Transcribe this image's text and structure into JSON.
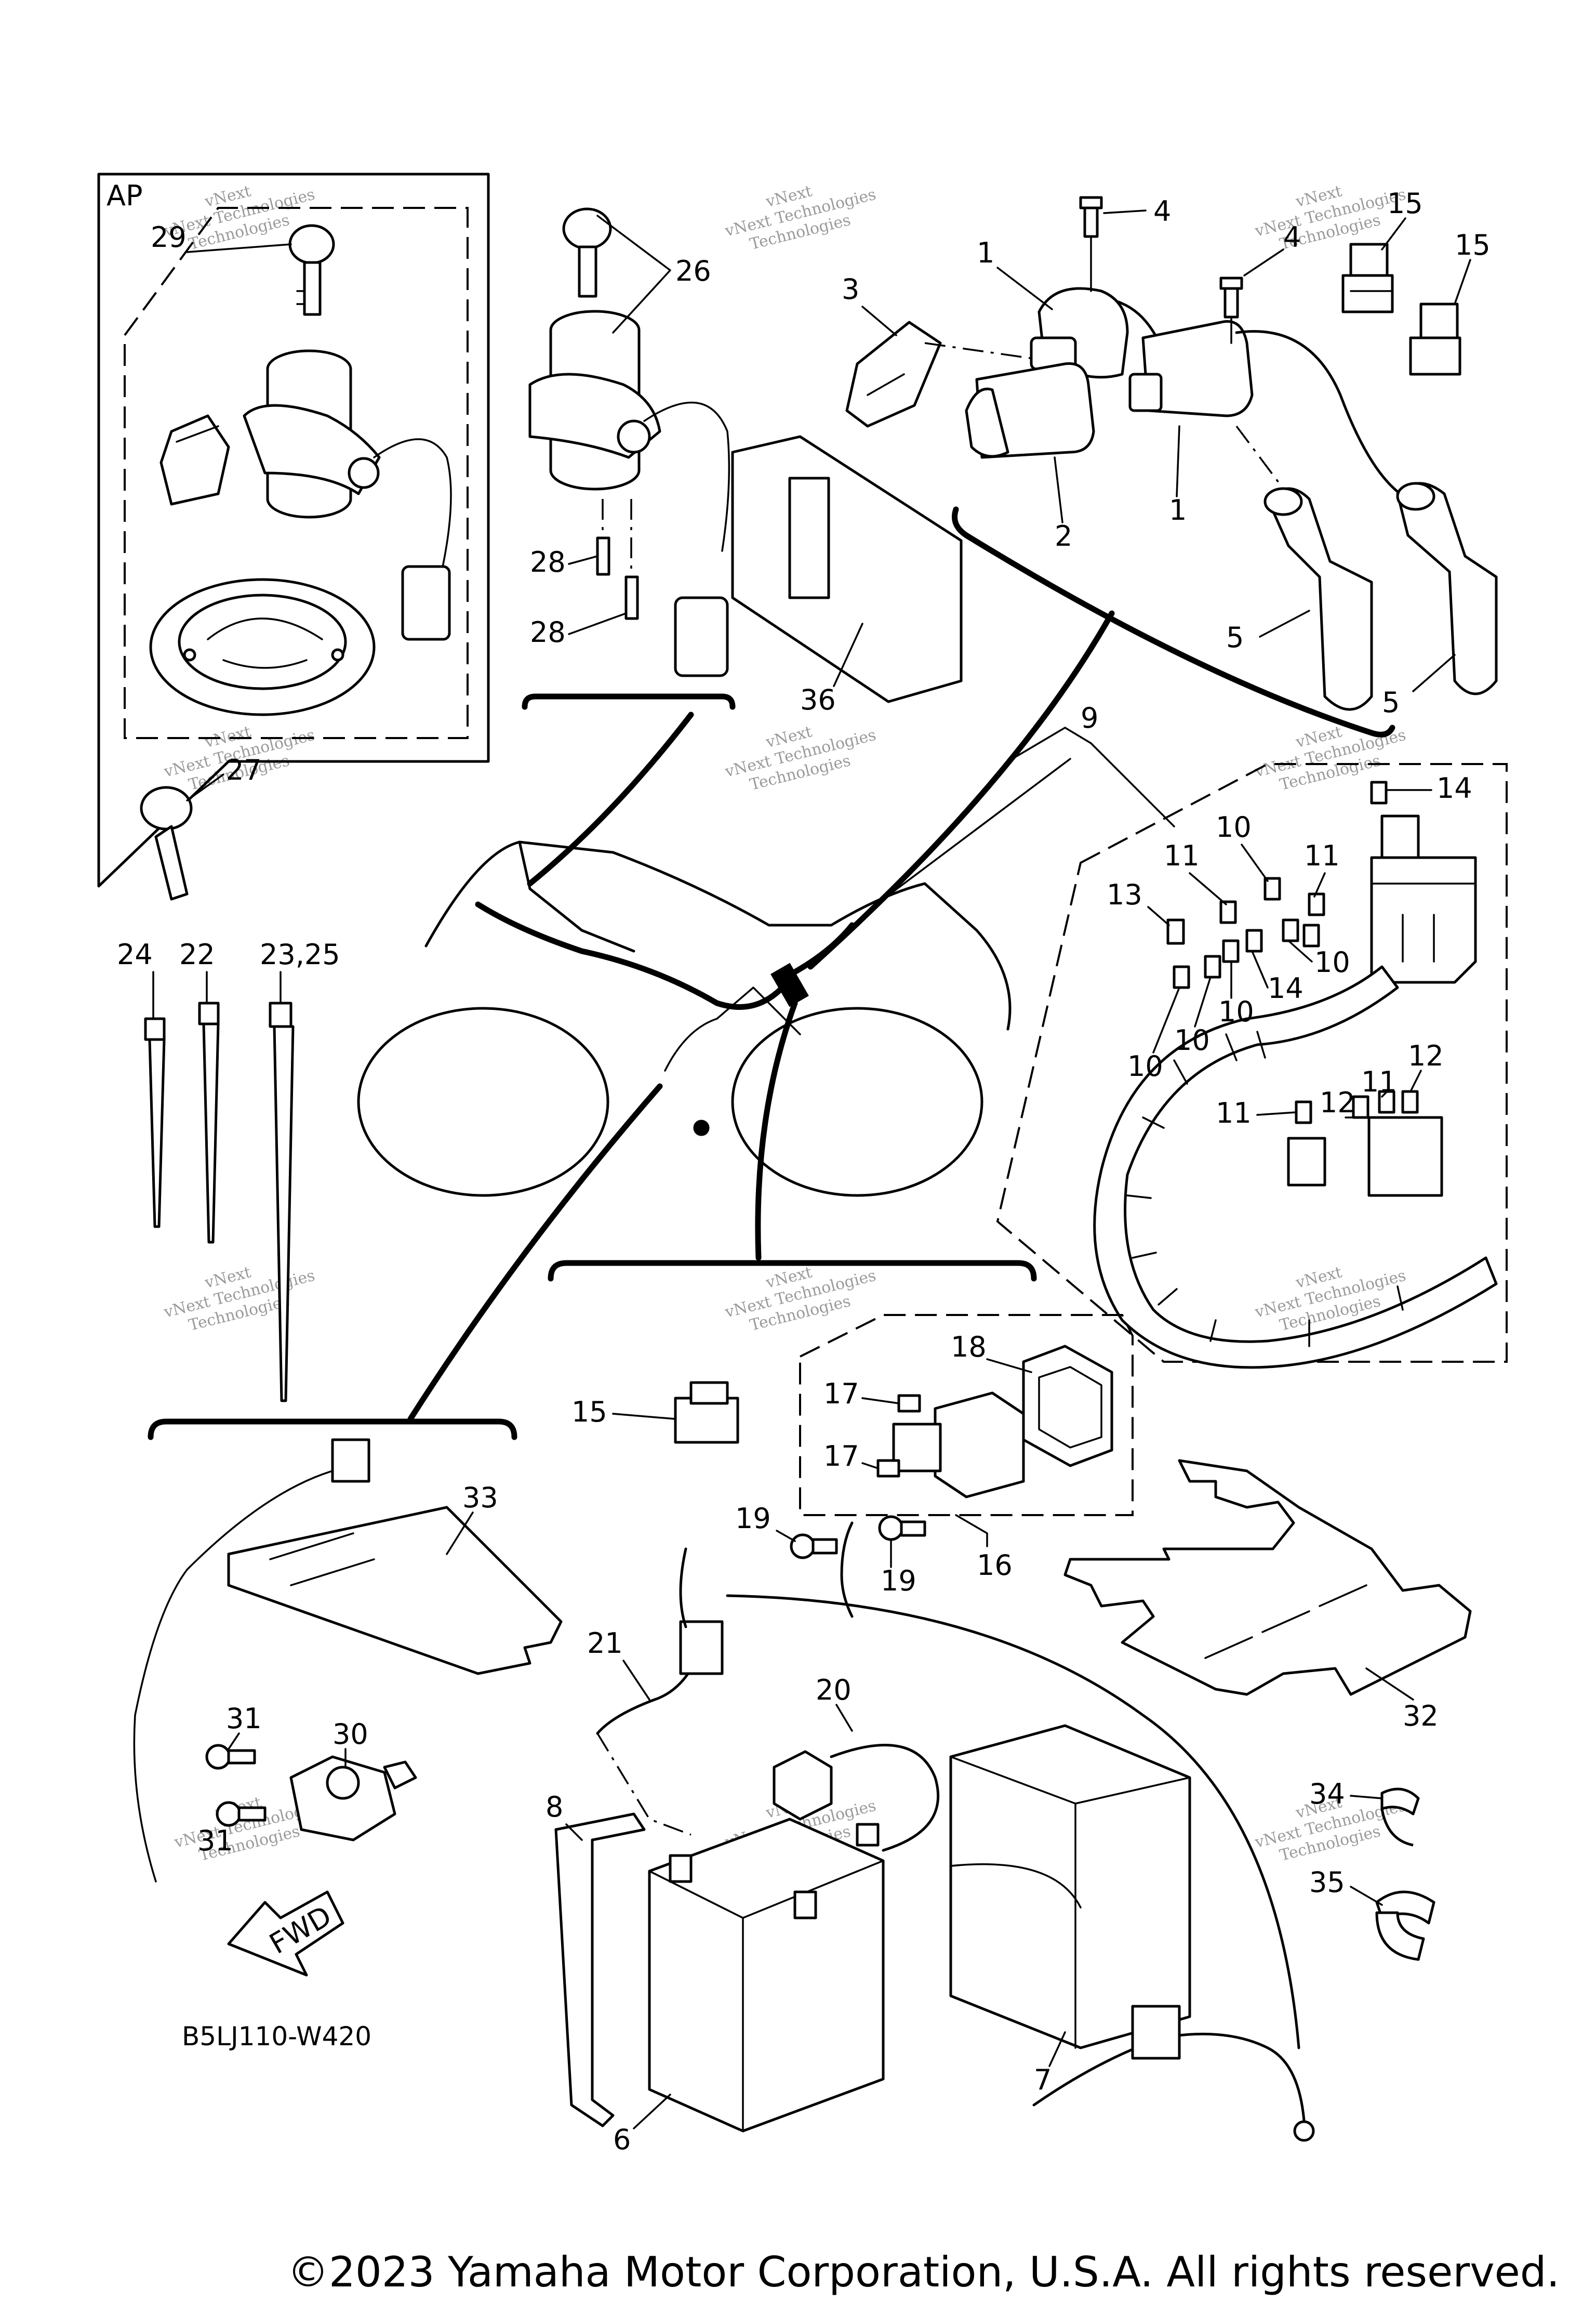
{
  "inset_label": "AP",
  "diagram_code": "B5LJ110-W420",
  "fwd_label": "FWD",
  "copyright": "©2023 Yamaha Motor Corporation, U.S.A. All rights reserved.",
  "watermark": {
    "line1": "vNext",
    "line2": "vNext Technologies",
    "line3": "Technologies"
  },
  "callouts": {
    "c1a": "1",
    "c1b": "1",
    "c2": "2",
    "c3": "3",
    "c4a": "4",
    "c4b": "4",
    "c5a": "5",
    "c5b": "5",
    "c6": "6",
    "c7": "7",
    "c8": "8",
    "c9": "9",
    "c10a": "10",
    "c10b": "10",
    "c10c": "10",
    "c10d": "10",
    "c10e": "10",
    "c11a": "11",
    "c11b": "11",
    "c11c": "11",
    "c11d": "11",
    "c12a": "12",
    "c12b": "12",
    "c13": "13",
    "c14a": "14",
    "c14b": "14",
    "c15a": "15",
    "c15b": "15",
    "c15c": "15",
    "c16": "16",
    "c17a": "17",
    "c17b": "17",
    "c18": "18",
    "c19a": "19",
    "c19b": "19",
    "c20": "20",
    "c21": "21",
    "c22": "22",
    "c2325": "23,25",
    "c24": "24",
    "c26": "26",
    "c27": "27",
    "c28a": "28",
    "c28b": "28",
    "c29": "29",
    "c30": "30",
    "c31a": "31",
    "c31b": "31",
    "c32": "32",
    "c33": "33",
    "c34": "34",
    "c35": "35",
    "c36": "36"
  }
}
